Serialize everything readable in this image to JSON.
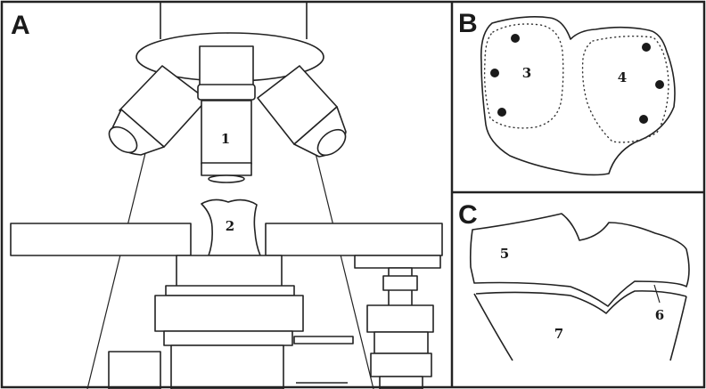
{
  "panels": {
    "a": {
      "letter": "A",
      "labels": {
        "objective": "1",
        "specimen": "2"
      }
    },
    "b": {
      "letter": "B",
      "labels": {
        "left_region": "3",
        "right_region": "4"
      }
    },
    "c": {
      "letter": "C",
      "labels": {
        "upper_layer": "5",
        "interface_line": "6",
        "lower_layer": "7"
      }
    }
  },
  "colors": {
    "line": "#222222",
    "background": "#ffffff"
  }
}
